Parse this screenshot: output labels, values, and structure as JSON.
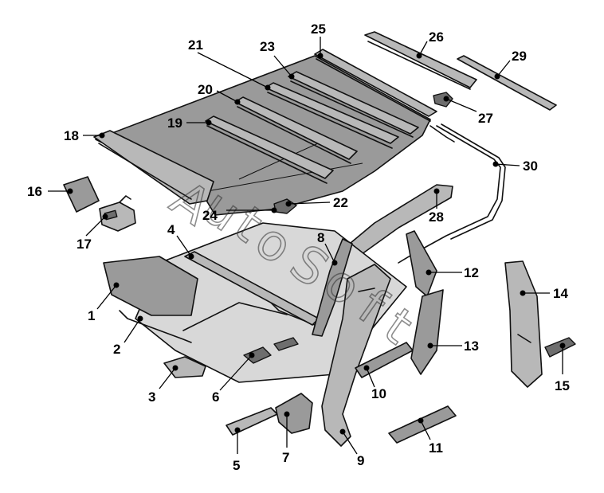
{
  "diagram": {
    "callouts": [
      {
        "id": "1",
        "label": "1"
      },
      {
        "id": "2",
        "label": "2"
      },
      {
        "id": "3",
        "label": "3"
      },
      {
        "id": "4",
        "label": "4"
      },
      {
        "id": "5",
        "label": "5"
      },
      {
        "id": "6",
        "label": "6"
      },
      {
        "id": "7",
        "label": "7"
      },
      {
        "id": "8",
        "label": "8"
      },
      {
        "id": "9",
        "label": "9"
      },
      {
        "id": "10",
        "label": "10"
      },
      {
        "id": "11",
        "label": "11"
      },
      {
        "id": "12",
        "label": "12"
      },
      {
        "id": "13",
        "label": "13"
      },
      {
        "id": "14",
        "label": "14"
      },
      {
        "id": "15",
        "label": "15"
      },
      {
        "id": "16",
        "label": "16"
      },
      {
        "id": "17",
        "label": "17"
      },
      {
        "id": "18",
        "label": "18"
      },
      {
        "id": "19",
        "label": "19"
      },
      {
        "id": "20",
        "label": "20"
      },
      {
        "id": "21",
        "label": "21"
      },
      {
        "id": "22",
        "label": "22"
      },
      {
        "id": "23",
        "label": "23"
      },
      {
        "id": "24",
        "label": "24"
      },
      {
        "id": "25",
        "label": "25"
      },
      {
        "id": "26",
        "label": "26"
      },
      {
        "id": "27",
        "label": "27"
      },
      {
        "id": "28",
        "label": "28"
      },
      {
        "id": "29",
        "label": "29"
      },
      {
        "id": "30",
        "label": "30"
      }
    ],
    "watermark": "AutoSoft"
  }
}
